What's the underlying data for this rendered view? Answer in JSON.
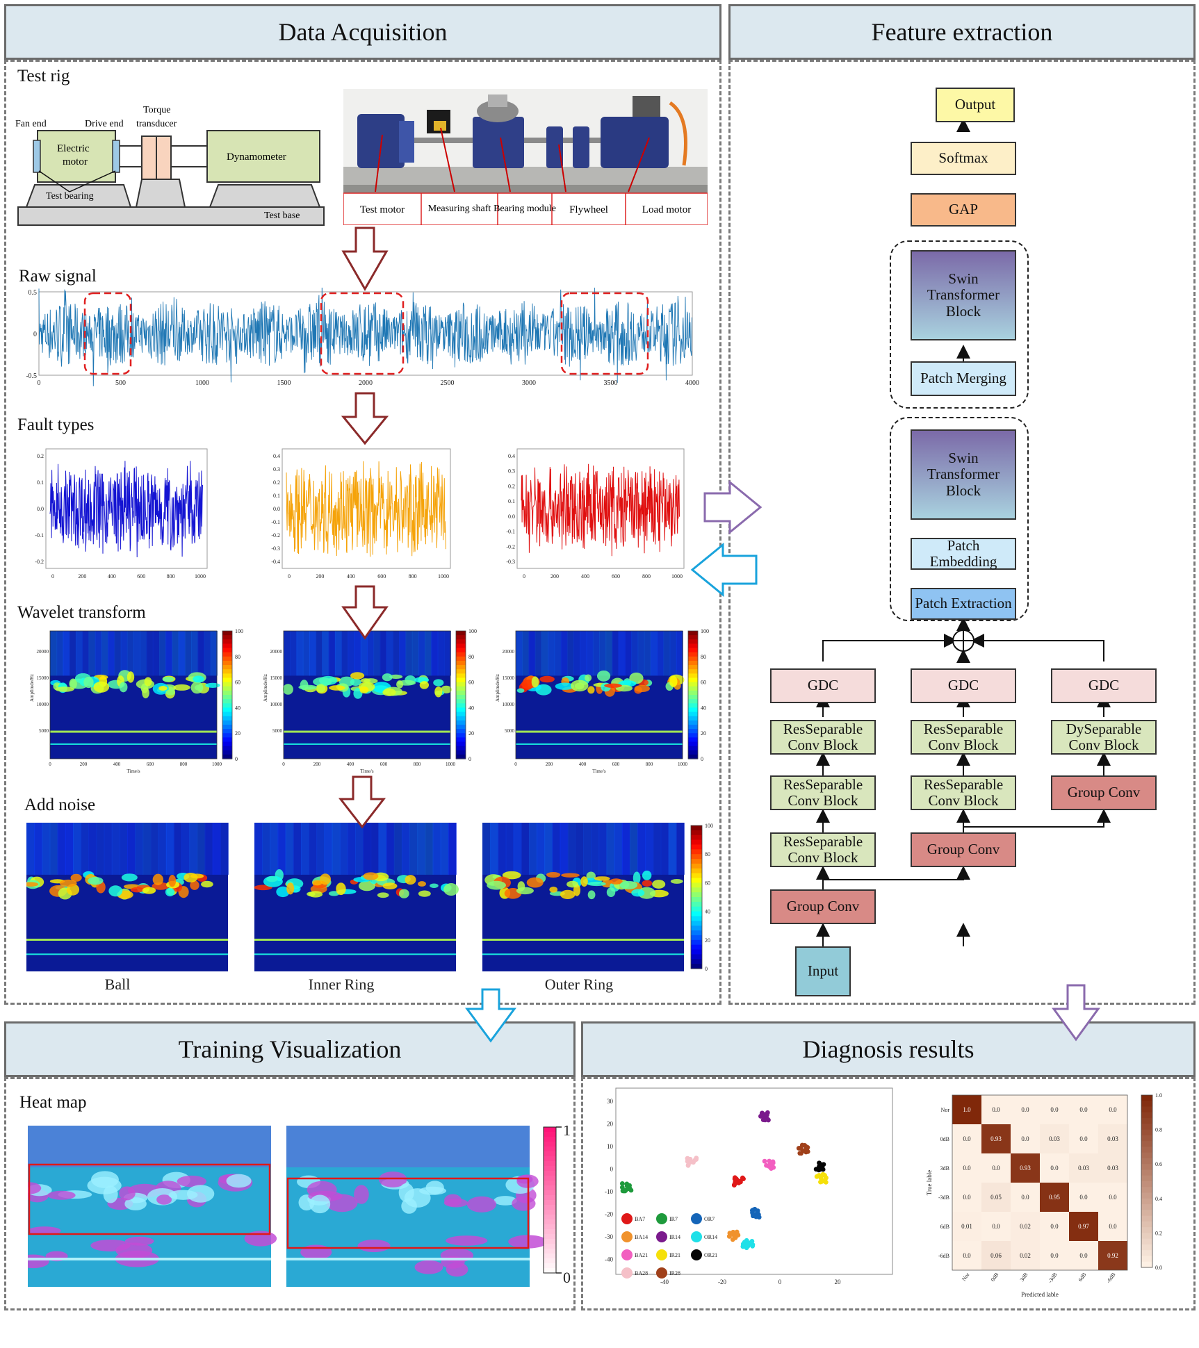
{
  "panels": {
    "data_acquisition": "Data Acquisition",
    "feature_extraction": "Feature extraction",
    "training_visualization": "Training Visualization",
    "diagnosis_results": "Diagnosis results"
  },
  "sections": {
    "test_rig": "Test rig",
    "raw_signal": "Raw signal",
    "fault_types": "Fault types",
    "wavelet_transform": "Wavelet transform",
    "add_noise": "Add noise",
    "heat_map": "Heat map"
  },
  "rig": {
    "fan_end": "Fan end",
    "drive_end": "Drive end",
    "torque": "Torque",
    "transducer": "transducer",
    "electric": "Electric",
    "motor": "motor",
    "dynamometer": "Dynamometer",
    "test_bearing": "Test bearing",
    "test_base": "Test base",
    "photo_labels": [
      "Test motor",
      "Measuring shaft",
      "Bearing module",
      "Flywheel",
      "Load motor"
    ]
  },
  "raw_axis": {
    "y_ticks": [
      "0.5",
      "0",
      "-0.5"
    ],
    "x_ticks": [
      "0",
      "500",
      "1000",
      "1500",
      "2000",
      "2500",
      "3000",
      "3500",
      "4000"
    ]
  },
  "fault_axes": [
    {
      "y_ticks": [
        "0.2",
        "0.1",
        "0.0",
        "-0.1",
        "-0.2"
      ],
      "x_ticks": [
        "0",
        "200",
        "400",
        "600",
        "800",
        "1000"
      ],
      "color": "#1414d2"
    },
    {
      "y_ticks": [
        "0.4",
        "0.3",
        "0.2",
        "0.1",
        "0.0",
        "-0.1",
        "-0.2",
        "-0.3",
        "-0.4"
      ],
      "x_ticks": [
        "0",
        "200",
        "400",
        "600",
        "800",
        "1000"
      ],
      "color": "#f5a30a"
    },
    {
      "y_ticks": [
        "0.4",
        "0.3",
        "0.2",
        "0.1",
        "0.0",
        "-0.1",
        "-0.2",
        "-0.3"
      ],
      "x_ticks": [
        "0",
        "200",
        "400",
        "600",
        "800",
        "1000"
      ],
      "color": "#e01010"
    }
  ],
  "wavelet": {
    "y_ticks": [
      "20000",
      "15000",
      "10000",
      "5000"
    ],
    "x_ticks": [
      "0",
      "200",
      "400",
      "600",
      "800",
      "1000"
    ],
    "ylabel": "Amplitude/Hz",
    "xlabel": "Time/s",
    "colorbar_ticks": [
      "100",
      "80",
      "60",
      "40",
      "20",
      "0"
    ]
  },
  "noise_labels": [
    "Ball",
    "Inner Ring",
    "Outer Ring"
  ],
  "network": {
    "output": "Output",
    "softmax": "Softmax",
    "gap": "GAP",
    "swin1": "Swin Transformer Block",
    "patch_merging": "Patch Merging",
    "swin2": "Swin Transformer Block",
    "patch_embedding": "Patch Embedding",
    "patch_extraction": "Patch Extraction",
    "gdc": "GDC",
    "res_sep": "ResSeparable Conv Block",
    "dy_sep": "DySeparable Conv Block",
    "group_conv": "Group Conv",
    "input": "Input"
  },
  "heatmap_scale": {
    "max": "1",
    "min": "0"
  },
  "tsne": {
    "x_ticks": [
      "-40",
      "-20",
      "0",
      "20"
    ],
    "y_ticks": [
      "30",
      "20",
      "10",
      "0",
      "-10",
      "-20",
      "-30",
      "-40"
    ],
    "legend": [
      {
        "label": "BA7",
        "color": "#e01818"
      },
      {
        "label": "IR7",
        "color": "#1e9a3c"
      },
      {
        "label": "OR7",
        "color": "#1565b8"
      },
      {
        "label": "BA14",
        "color": "#f0922c"
      },
      {
        "label": "IR14",
        "color": "#7a1a8c"
      },
      {
        "label": "OR14",
        "color": "#1fe0e8"
      },
      {
        "label": "BA21",
        "color": "#f25fc0"
      },
      {
        "label": "IR21",
        "color": "#f5e00a"
      },
      {
        "label": "OR21",
        "color": "#050505"
      },
      {
        "label": "BA28",
        "color": "#f5c0c8"
      },
      {
        "label": "IR28",
        "color": "#a0401a"
      }
    ]
  },
  "confusion": {
    "labels": [
      "Nor",
      "0dB",
      "3dB",
      "-3dB",
      "6dB",
      "-6dB"
    ],
    "xlabel": "Predicted lable",
    "ylabel": "True lable",
    "matrix": [
      [
        "1.0",
        "0.0",
        "0.0",
        "0.0",
        "0.0",
        "0.0"
      ],
      [
        "0.0",
        "0.93",
        "0.0",
        "0.03",
        "0.0",
        "0.03"
      ],
      [
        "0.0",
        "0.0",
        "0.93",
        "0.0",
        "0.03",
        "0.03"
      ],
      [
        "0.0",
        "0.05",
        "0.0",
        "0.95",
        "0.0",
        "0.0"
      ],
      [
        "0.01",
        "0.0",
        "0.02",
        "0.0",
        "0.97",
        "0.0"
      ],
      [
        "0.0",
        "0.06",
        "0.02",
        "0.0",
        "0.0",
        "0.92"
      ]
    ],
    "colorbar_ticks": [
      "1.0",
      "0.8",
      "0.6",
      "0.4",
      "0.2",
      "0.0"
    ]
  }
}
